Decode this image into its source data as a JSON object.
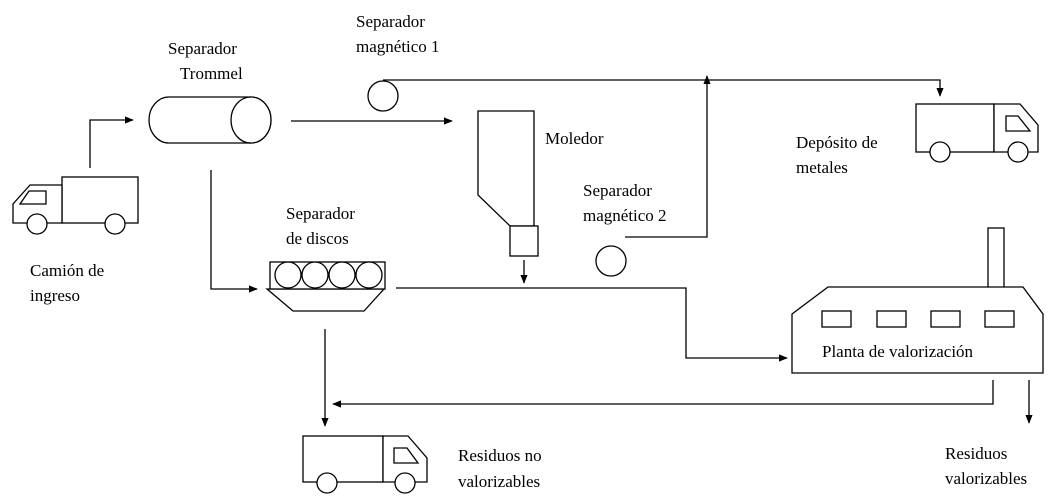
{
  "labels": {
    "truck_in_1": "Camión de",
    "truck_in_2": "ingreso",
    "trommel_1": "Separador",
    "trommel_2": "Trommel",
    "mag1_1": "Separador",
    "mag1_2": "magnético 1",
    "moledor": "Moledor",
    "deposit_1": "Depósito de",
    "deposit_2": "metales",
    "mag2_1": "Separador",
    "mag2_2": "magnético 2",
    "discos_1": "Separador",
    "discos_2": "de discos",
    "planta": "Planta de valorización",
    "residuos_no_1": "Residuos no",
    "residuos_no_2": "valorizables",
    "residuos_val_1": "Residuos",
    "residuos_val_2": "valorizables"
  },
  "colors": {
    "stroke": "#000000",
    "background": "#ffffff"
  }
}
